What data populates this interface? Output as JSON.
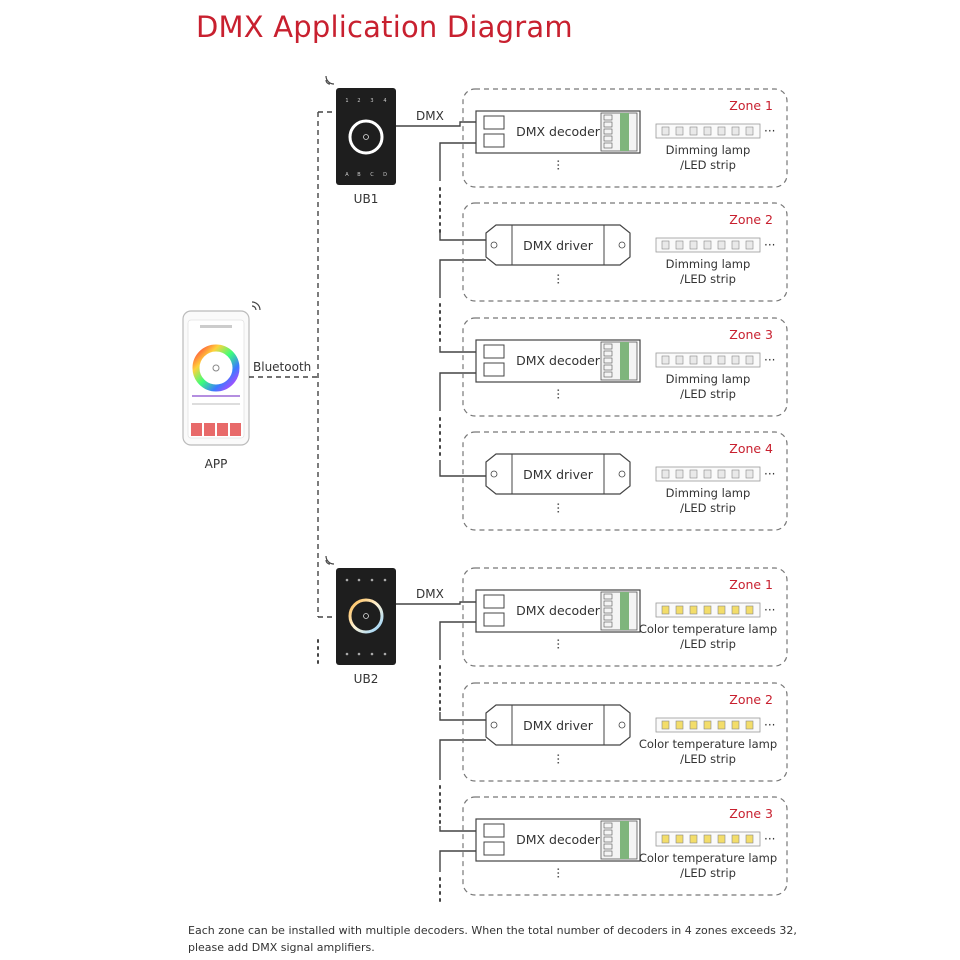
{
  "title": "DMX Application Diagram",
  "app": {
    "label": "APP",
    "link_label": "Bluetooth"
  },
  "panels": [
    {
      "label": "UB1",
      "dmx_label": "DMX",
      "keys_top": [
        "1",
        "2",
        "3",
        "4"
      ],
      "keys_bottom": [
        "A",
        "B",
        "C",
        "D"
      ]
    },
    {
      "label": "UB2",
      "dmx_label": "DMX"
    }
  ],
  "zones": [
    {
      "label": "Zone 1",
      "device": "DMX decoder",
      "lamp_line1": "Dimming lamp",
      "lamp_line2": "/LED strip",
      "strip_color": "#e9e9e9"
    },
    {
      "label": "Zone 2",
      "device": "DMX driver",
      "lamp_line1": "Dimming lamp",
      "lamp_line2": "/LED strip",
      "strip_color": "#e9e9e9"
    },
    {
      "label": "Zone 3",
      "device": "DMX decoder",
      "lamp_line1": "Dimming lamp",
      "lamp_line2": "/LED strip",
      "strip_color": "#e9e9e9"
    },
    {
      "label": "Zone 4",
      "device": "DMX driver",
      "lamp_line1": "Dimming lamp",
      "lamp_line2": "/LED strip",
      "strip_color": "#e9e9e9"
    },
    {
      "label": "Zone 1",
      "device": "DMX decoder",
      "lamp_line1": "Color temperature lamp",
      "lamp_line2": "/LED strip",
      "strip_color": "#f3dd6a"
    },
    {
      "label": "Zone 2",
      "device": "DMX driver",
      "lamp_line1": "Color temperature lamp",
      "lamp_line2": "/LED strip",
      "strip_color": "#f3dd6a"
    },
    {
      "label": "Zone 3",
      "device": "DMX decoder",
      "lamp_line1": "Color temperature lamp",
      "lamp_line2": "/LED strip",
      "strip_color": "#f3dd6a"
    }
  ],
  "footer": "Each zone can be installed with multiple decoders. When the total number of decoders in 4 zones exceeds 32, please add DMX signal amplifiers."
}
